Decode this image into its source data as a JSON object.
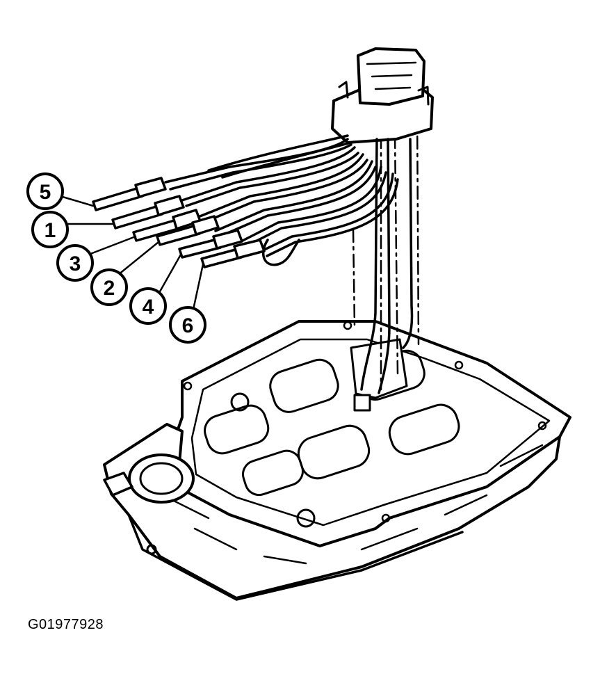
{
  "figure": {
    "id_label": "G01977928"
  },
  "callouts": [
    {
      "label": "5",
      "wire": "wire-5"
    },
    {
      "label": "1",
      "wire": "wire-1"
    },
    {
      "label": "3",
      "wire": "wire-3"
    },
    {
      "label": "2",
      "wire": "wire-2"
    },
    {
      "label": "4",
      "wire": "wire-4"
    },
    {
      "label": "6",
      "wire": "wire-6"
    }
  ]
}
